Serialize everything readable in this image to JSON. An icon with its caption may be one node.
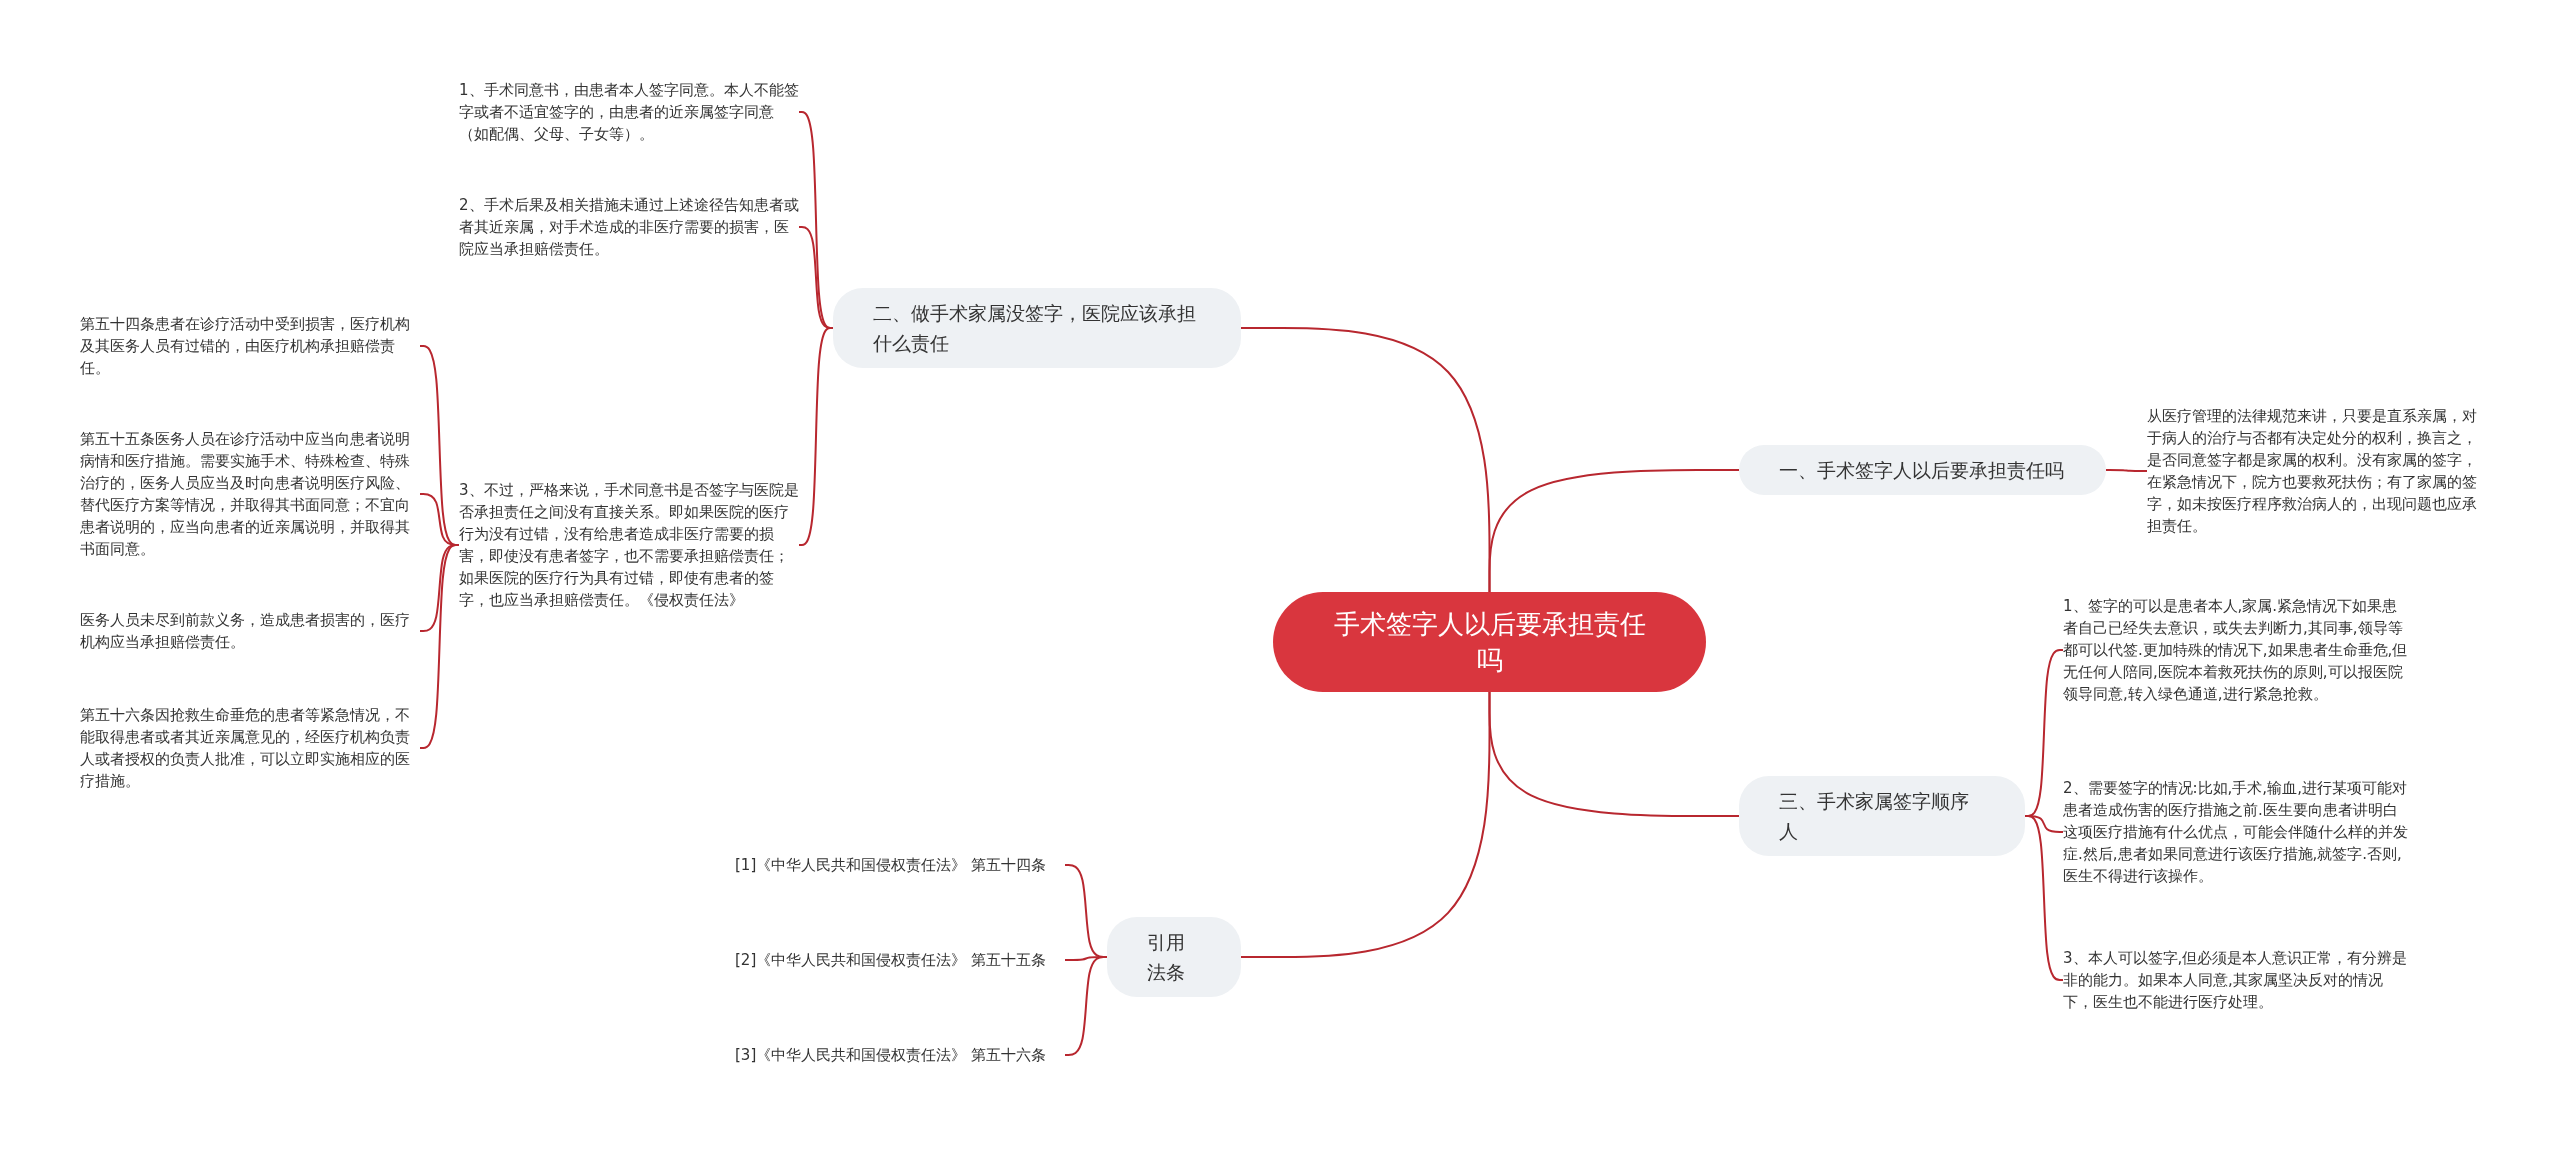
{
  "diagram": {
    "nodes": [
      {
        "text": [
          "手术签字人以后要承担责任吗"
        ]
      },
      {
        "text": [
          "二、做手术家属没签字，医院应该承担什么责任"
        ]
      },
      {
        "text": [
          "1、手术同意书，由患者本人签字同意。本人不能签字或者不适宜签字的，由患者的近亲属签字同意（如配偶、父母、子女等）。"
        ]
      },
      {
        "text": [
          "2、手术后果及相关措施未通过上述途径告知患者或者其近亲属，对手术造成的非医疗需要的损害，医院应当承担赔偿责任。"
        ]
      },
      {
        "text": [
          "3、不过，严格来说，手术同意书是否签字与医院是否承担责任之间没有直接关系。即如果医院的医疗行为没有过错，没有给患者造成非医疗需要的损害，即使没有患者签字，也不需要承担赔偿责任；如果医院的医疗行为具有过错，即使有患者的签字，也应当承担赔偿责任。《侵权责任法》"
        ]
      },
      {
        "text": [
          "第五十四条患者在诊疗活动中受到损害，医疗机构及其医务人员有过错的，由医疗机构承担赔偿责任。"
        ]
      },
      {
        "text": [
          "第五十五条医务人员在诊疗活动中应当向患者说明病情和医疗措施。需要实施手术、特殊检查、特殊治疗的，医务人员应当及时向患者说明医疗风险、替代医疗方案等情况，并取得其书面同意；不宜向患者说明的，应当向患者的近亲属说明，并取得其书面同意。"
        ]
      },
      {
        "text": [
          "医务人员未尽到前款义务，造成患者损害的，医疗机构应当承担赔偿责任。"
        ]
      },
      {
        "text": [
          "第五十六条因抢救生命垂危的患者等紧急情况，不能取得患者或者其近亲属意见的，经医疗机构负责人或者授权的负责人批准，可以立即实施相应的医疗措施。"
        ]
      },
      {
        "text": [
          "一、手术签字人以后要承担责任吗"
        ]
      },
      {
        "text": [
          "从医疗管理的法律规范来讲，只要是直系亲属，对于病人的治疗与否都有决定处分的权利，换言之，是否同意签字都是家属的权利。没有家属的签字，在紧急情况下，院方也要救死扶伤；有了家属的签字，如未按医疗程序救治病人的，出现问题也应承担责任。"
        ]
      },
      {
        "text": [
          "三、手术家属签字顺序人"
        ]
      },
      {
        "text": [
          "1、签字的可以是患者本人,家属.紧急情况下如果患者自己已经失去意识，或失去判断力,其同事,领导等都可以代签.更加特殊的情况下,如果患者生命垂危,但无任何人陪同,医院本着救死扶伤的原则,可以报医院领导同意,转入绿色通道,进行紧急抢救。"
        ]
      },
      {
        "text": [
          "2、需要签字的情况:比如,手术,输血,进行某项可能对患者造成伤害的医疗措施之前.医生要向患者讲明白这项医疗措施有什么优点，可能会伴随什么样的并发症.然后,患者如果同意进行该医疗措施,就签字.否则,医生不得进行该操作。"
        ]
      },
      {
        "text": [
          "3、本人可以签字,但必须是本人意识正常，有分辨是非的能力。如果本人同意,其家属坚决反对的情况下，医生也不能进行医疗处理。"
        ]
      },
      {
        "text": [
          "引用法条"
        ]
      },
      {
        "text": [
          "[1]《中华人民共和国侵权责任法》 第五十四条"
        ]
      },
      {
        "text": [
          "[2]《中华人民共和国侵权责任法》 第五十五条"
        ]
      },
      {
        "text": [
          "[3]《中华人民共和国侵权责任法》 第五十六条"
        ]
      }
    ],
    "edges": [
      {
        "from": 0,
        "to": 1,
        "arrow": "none"
      },
      {
        "from": 1,
        "to": 2,
        "arrow": "none"
      },
      {
        "from": 1,
        "to": 3,
        "arrow": "none"
      },
      {
        "from": 1,
        "to": 4,
        "arrow": "none"
      },
      {
        "from": 4,
        "to": 5,
        "arrow": "none"
      },
      {
        "from": 4,
        "to": 6,
        "arrow": "none"
      },
      {
        "from": 4,
        "to": 7,
        "arrow": "none"
      },
      {
        "from": 4,
        "to": 8,
        "arrow": "none"
      },
      {
        "from": 0,
        "to": 9,
        "arrow": "none"
      },
      {
        "from": 9,
        "to": 10,
        "arrow": "none"
      },
      {
        "from": 0,
        "to": 11,
        "arrow": "none"
      },
      {
        "from": 11,
        "to": 12,
        "arrow": "none"
      },
      {
        "from": 11,
        "to": 13,
        "arrow": "none"
      },
      {
        "from": 11,
        "to": 14,
        "arrow": "none"
      },
      {
        "from": 0,
        "to": 15,
        "arrow": "none"
      },
      {
        "from": 15,
        "to": 16,
        "arrow": "none"
      },
      {
        "from": 15,
        "to": 17,
        "arrow": "none"
      },
      {
        "from": 15,
        "to": 18,
        "arrow": "none"
      }
    ]
  }
}
